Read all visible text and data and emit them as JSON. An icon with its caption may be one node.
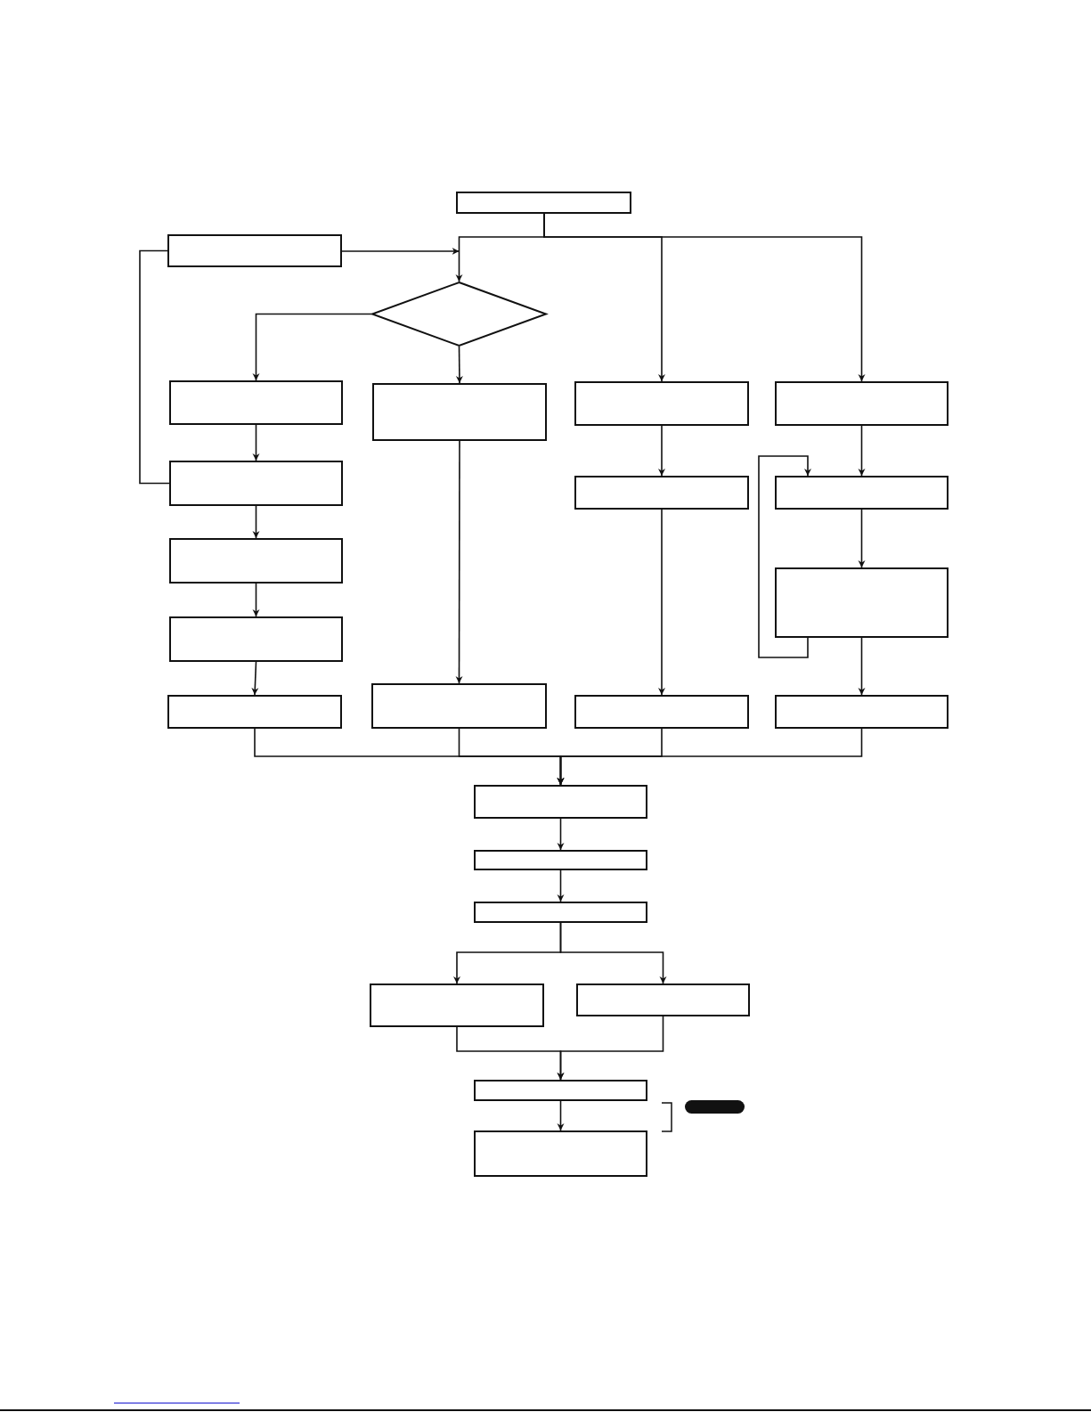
{
  "diagram": {
    "nodes": [
      {
        "text": [],
        "shape": "box"
      },
      {
        "text": [],
        "shape": "box"
      },
      {
        "text": [],
        "shape": "diamond"
      },
      {
        "text": [],
        "shape": "box"
      },
      {
        "text": [],
        "shape": "box"
      },
      {
        "text": [],
        "shape": "box"
      },
      {
        "text": [],
        "shape": "box"
      },
      {
        "text": [],
        "shape": "box"
      },
      {
        "text": [],
        "shape": "box"
      },
      {
        "text": [],
        "shape": "box"
      },
      {
        "text": [],
        "shape": "box"
      },
      {
        "text": [],
        "shape": "box"
      },
      {
        "text": [],
        "shape": "box"
      },
      {
        "text": [],
        "shape": "box"
      },
      {
        "text": [],
        "shape": "box"
      },
      {
        "text": [],
        "shape": "box"
      },
      {
        "text": [],
        "shape": "box"
      },
      {
        "text": [],
        "shape": "box"
      },
      {
        "text": [],
        "shape": "box"
      },
      {
        "text": [],
        "shape": "box"
      },
      {
        "text": [],
        "shape": "box"
      },
      {
        "text": [],
        "shape": "box"
      },
      {
        "text": [],
        "shape": "box"
      },
      {
        "text": [],
        "shape": "box"
      }
    ],
    "edges": [
      {
        "from": 0,
        "to": 2,
        "arrow": "to"
      },
      {
        "from": 0,
        "to": 5,
        "arrow": "to"
      },
      {
        "from": 0,
        "to": 6,
        "arrow": "to"
      },
      {
        "from": 1,
        "to": 2,
        "arrow": "to"
      },
      {
        "from": 2,
        "to": 3,
        "arrow": "to"
      },
      {
        "from": 2,
        "to": 4,
        "arrow": "to"
      },
      {
        "from": 3,
        "to": 7,
        "arrow": "to"
      },
      {
        "from": 7,
        "to": 1,
        "arrow": "none"
      },
      {
        "from": 7,
        "to": 10,
        "arrow": "to"
      },
      {
        "from": 10,
        "to": 12,
        "arrow": "to"
      },
      {
        "from": 12,
        "to": 13,
        "arrow": "to"
      },
      {
        "from": 4,
        "to": 14,
        "arrow": "to"
      },
      {
        "from": 5,
        "to": 8,
        "arrow": "to"
      },
      {
        "from": 8,
        "to": 15,
        "arrow": "to"
      },
      {
        "from": 6,
        "to": 9,
        "arrow": "to"
      },
      {
        "from": 9,
        "to": 11,
        "arrow": "to"
      },
      {
        "from": 11,
        "to": 9,
        "arrow": "to"
      },
      {
        "from": 11,
        "to": 16,
        "arrow": "to"
      },
      {
        "from": 13,
        "to": 17,
        "arrow": "to"
      },
      {
        "from": 14,
        "to": 17,
        "arrow": "to"
      },
      {
        "from": 15,
        "to": 17,
        "arrow": "to"
      },
      {
        "from": 16,
        "to": 17,
        "arrow": "to"
      },
      {
        "from": 17,
        "to": 18,
        "arrow": "to"
      },
      {
        "from": 18,
        "to": 19,
        "arrow": "to"
      },
      {
        "from": 19,
        "to": 20,
        "arrow": "to"
      },
      {
        "from": 19,
        "to": 21,
        "arrow": "to"
      },
      {
        "from": 20,
        "to": 22,
        "arrow": "to"
      },
      {
        "from": 21,
        "to": 22,
        "arrow": "to"
      },
      {
        "from": 22,
        "to": 23,
        "arrow": "to"
      }
    ]
  }
}
